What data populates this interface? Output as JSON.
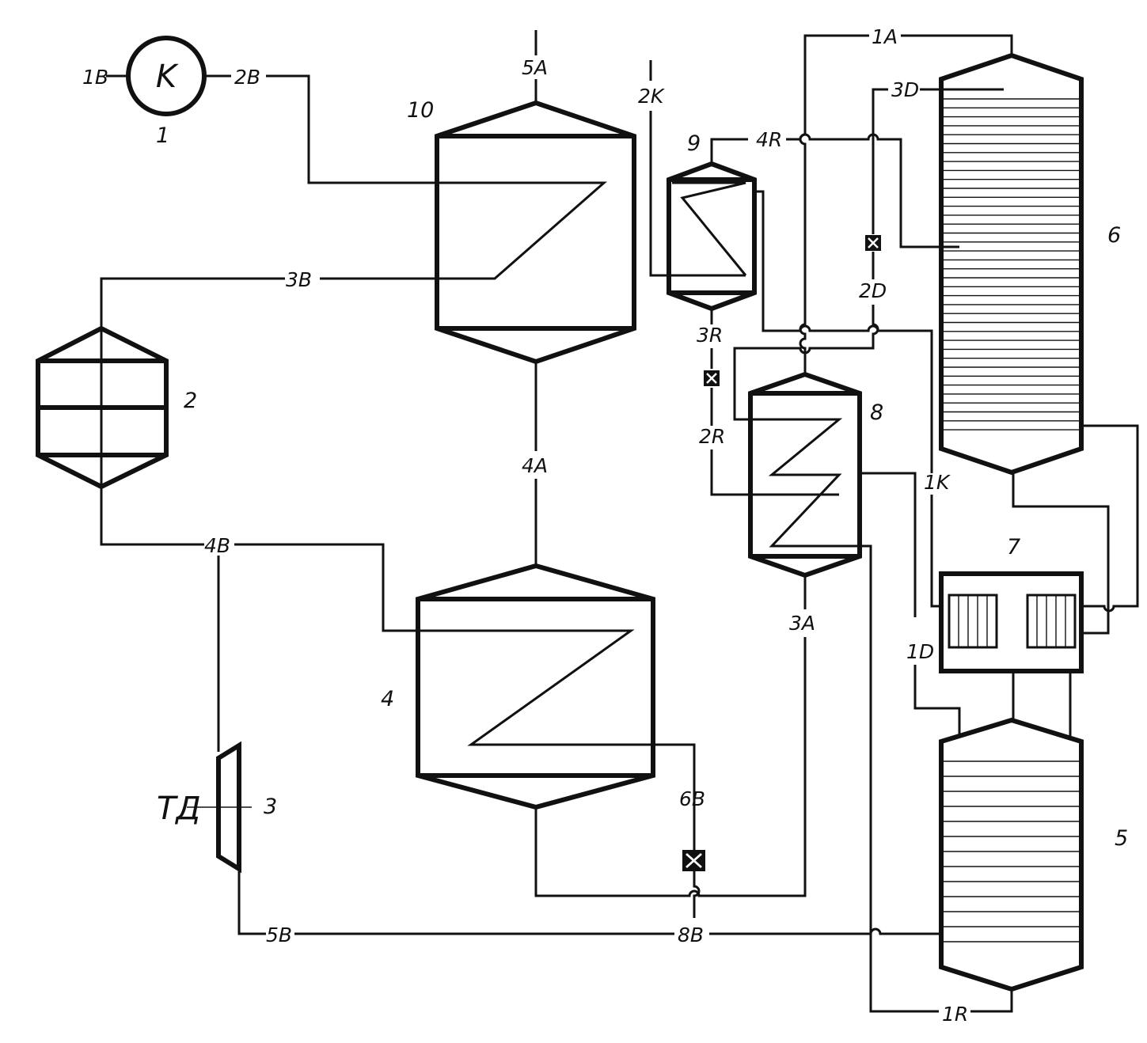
{
  "diagram": {
    "equipment_numbers": {
      "e1": "1",
      "e2": "2",
      "e3": "3",
      "e4": "4",
      "e5": "5",
      "e6": "6",
      "e7": "7",
      "e8": "8",
      "e9": "9",
      "e10": "10"
    },
    "compressor_symbol": "K",
    "turbine_label": "ТД",
    "stream_labels": {
      "1B": "1B",
      "2B": "2B",
      "3B": "3B",
      "4B": "4B",
      "5B": "5B",
      "6B": "6B",
      "8B": "8B",
      "1A": "1A",
      "3A": "3A",
      "4A": "4A",
      "5A": "5A",
      "1K": "1K",
      "2K": "2K",
      "1D": "1D",
      "2D": "2D",
      "3D": "3D",
      "1R": "1R",
      "2R": "2R",
      "3R": "3R",
      "4R": "4R"
    }
  }
}
